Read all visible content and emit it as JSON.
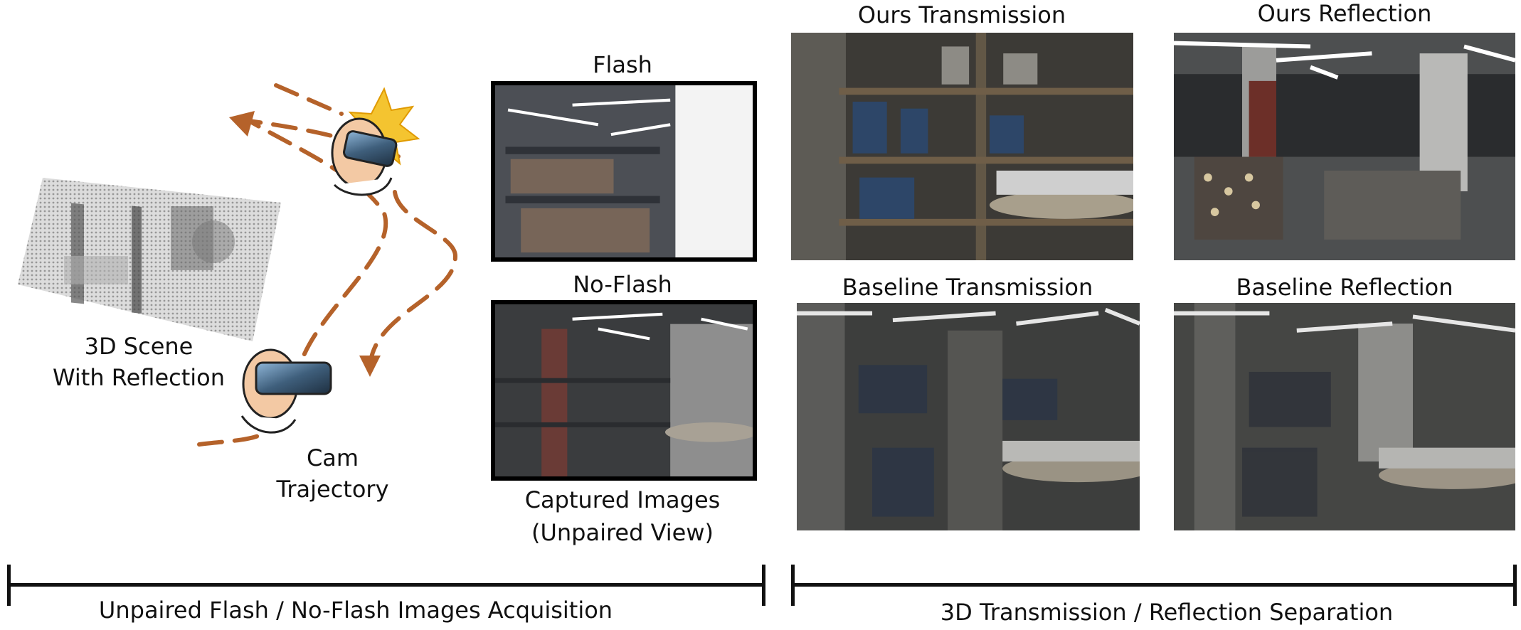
{
  "left_panel": {
    "scene_label_line1": "3D Scene",
    "scene_label_line2": "With Reflection",
    "cam_label_line1": "Cam",
    "cam_label_line2": "Trajectory"
  },
  "captured": {
    "flash_label": "Flash",
    "noflash_label": "No-Flash",
    "caption_line1": "Captured Images",
    "caption_line2": "(Unpaired View)"
  },
  "results": {
    "ours_transmission": "Ours Transmission",
    "ours_reflection": "Ours Reflection",
    "baseline_transmission": "Baseline Transmission",
    "baseline_reflection": "Baseline Reflection"
  },
  "stages": {
    "acquisition": "Unpaired Flash / No-Flash Images Acquisition",
    "separation": "3D Transmission / Reflection Separation"
  },
  "colors": {
    "trajectory": "#b5622a",
    "flash": "#f4c430",
    "frame": "#000000"
  }
}
